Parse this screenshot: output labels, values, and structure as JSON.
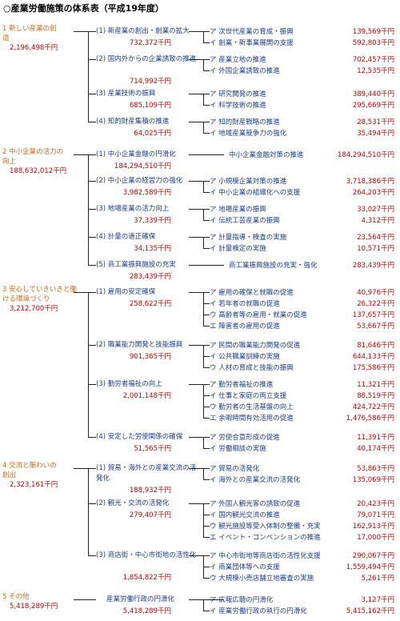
{
  "title": "○産業労働施策の体系表（平成19年度）",
  "categories": [
    {
      "name": "1 新しい産業の創造",
      "amount": "2,196,498千円",
      "subs": [
        {
          "label": "(1) 新産業の創出・創業の拡大",
          "amount": "732,372千円",
          "items": [
            {
              "label": "ア 次世代産業の育成・振興",
              "amount": "139,569千円"
            },
            {
              "label": "イ 創業・新事業展開の支援",
              "amount": "592,803千円"
            }
          ]
        },
        {
          "label": "(2) 国内外からの企業誘致の推進",
          "amount": "714,992千円",
          "items": [
            {
              "label": "ア 産業立地の推進",
              "amount": "702,457千円"
            },
            {
              "label": "イ 外国企業誘致の推進",
              "amount": "12,535千円"
            }
          ]
        },
        {
          "label": "(3) 産業技術の振興",
          "amount": "685,109千円",
          "items": [
            {
              "label": "ア 研究開発の推進",
              "amount": "389,440千円"
            },
            {
              "label": "イ 科学技術の推進",
              "amount": "295,669千円"
            }
          ]
        },
        {
          "label": "(4) 知的財産集積の推進",
          "amount": "64,025千円",
          "items": [
            {
              "label": "ア 知的財産戦略の推進",
              "amount": "28,531千円"
            },
            {
              "label": "イ 地域産業競争力の強化",
              "amount": "35,494千円"
            }
          ]
        }
      ]
    },
    {
      "name": "2 中小企業の活力の向上",
      "amount": "188,632,012千円",
      "subs": [
        {
          "label": "(1) 中小企業金融の円滑化",
          "amount": "184,294,510千円",
          "items": [
            {
              "label": "中小企業金融対策の推進",
              "amount": "184,294,510千円"
            }
          ]
        },
        {
          "label": "(2) 中小企業の経営力の強化",
          "amount": "3,982,589千円",
          "items": [
            {
              "label": "ア 小規模企業対策の推進",
              "amount": "3,718,386千円"
            },
            {
              "label": "イ 中小企業の組織化への支援",
              "amount": "264,203千円"
            }
          ]
        },
        {
          "label": "(3) 地場産業の活力向上",
          "amount": "37,339千円",
          "items": [
            {
              "label": "ア 地場産業の振興",
              "amount": "33,027千円"
            },
            {
              "label": "イ 伝統工芸産業の振興",
              "amount": "4,312千円"
            }
          ]
        },
        {
          "label": "(4) 計量の適正確保",
          "amount": "34,135千円",
          "items": [
            {
              "label": "ア 計量指導・検査の実施",
              "amount": "23,564千円"
            },
            {
              "label": "イ 計量検定の実施",
              "amount": "10,571千円"
            }
          ]
        },
        {
          "label": "(5) 商工業振興施設の充実",
          "amount": "283,439千円",
          "items": [
            {
              "label": "商工業振興施設の充実・強化",
              "amount": "283,439千円"
            }
          ]
        }
      ]
    },
    {
      "name": "3 安心していきいきと働ける環境づくり",
      "amount": "3,212,700千円",
      "subs": [
        {
          "label": "(1) 雇用の安定確保",
          "amount": "258,622千円",
          "items": [
            {
              "label": "ア 雇用の確保と就職の促進",
              "amount": "40,976千円"
            },
            {
              "label": "イ 若年者の就職の促進",
              "amount": "26,322千円"
            },
            {
              "label": "ウ 高齢者等の雇用・就業の促進",
              "amount": "137,657千円"
            },
            {
              "label": "エ 障害者の雇用の促進",
              "amount": "53,667千円"
            }
          ]
        },
        {
          "label": "(2) 職業能力開発と技能振興",
          "amount": "901,365千円",
          "items": [
            {
              "label": "ア 民間の職業能力開発の促進",
              "amount": "81,646千円"
            },
            {
              "label": "イ 公共職業訓練の実施",
              "amount": "644,133千円"
            },
            {
              "label": "ウ 人材の育成と技能の振興",
              "amount": "175,586千円"
            }
          ]
        },
        {
          "label": "(3) 勤労者福祉の向上",
          "amount": "2,001,148千円",
          "items": [
            {
              "label": "ア 勤労者福祉の推進",
              "amount": "11,321千円"
            },
            {
              "label": "イ 仕事と家庭の両立支援",
              "amount": "88,519千円"
            },
            {
              "label": "ウ 勤労者の生活基盤の向上",
              "amount": "424,722千円"
            },
            {
              "label": "エ 余暇時間有効活用の促進",
              "amount": "1,476,586千円"
            }
          ]
        },
        {
          "label": "(4) 安定した労使関係の確保",
          "amount": "51,565千円",
          "items": [
            {
              "label": "ア 労使合意形成の促進",
              "amount": "11,391千円"
            },
            {
              "label": "イ 労働相談の実施",
              "amount": "40,174千円"
            }
          ]
        }
      ]
    },
    {
      "name": "4 交流と賑わいの創出",
      "amount": "2,323,161千円",
      "subs": [
        {
          "label": "(1) 貿易・海外との産業交流の活発化",
          "amount": "188,932千円",
          "items": [
            {
              "label": "ア 貿易の活発化",
              "amount": "53,863千円"
            },
            {
              "label": "イ 海外との産業交流の活発化",
              "amount": "135,069千円"
            }
          ]
        },
        {
          "label": "(2) 観光・交流の活発化",
          "amount": "279,407千円",
          "items": [
            {
              "label": "ア 外国人観光客の誘致の促進",
              "amount": "20,423千円"
            },
            {
              "label": "イ 国内観光交流の推進",
              "amount": "79,071千円"
            },
            {
              "label": "ウ 観光施設等受入体制の整備・充実",
              "amount": "162,913千円"
            },
            {
              "label": "エ イベント・コンベンションの推進",
              "amount": "17,000千円"
            }
          ]
        },
        {
          "label": "(3) 商店街・中心市街地の活性化",
          "amount": "1,854,822千円",
          "items": [
            {
              "label": "ア 中心市街地等商店街の活性化支援",
              "amount": "290,067千円"
            },
            {
              "label": "イ 商業団体等への支援",
              "amount": "1,559,494千円"
            },
            {
              "label": "ウ 大規模小売店舗立地審査の実施",
              "amount": "5,261千円"
            }
          ]
        }
      ]
    },
    {
      "name": "5 その他",
      "amount": "5,418,289千円",
      "subs": [
        {
          "label": "産業労働行政の円滑化",
          "amount": "5,418,289千円",
          "items": [
            {
              "label": "ア 広報広聴の円滑化",
              "amount": "3,127千円"
            },
            {
              "label": "イ 産業労働行政の執行の円滑化",
              "amount": "5,415,162千円"
            }
          ]
        }
      ]
    }
  ]
}
